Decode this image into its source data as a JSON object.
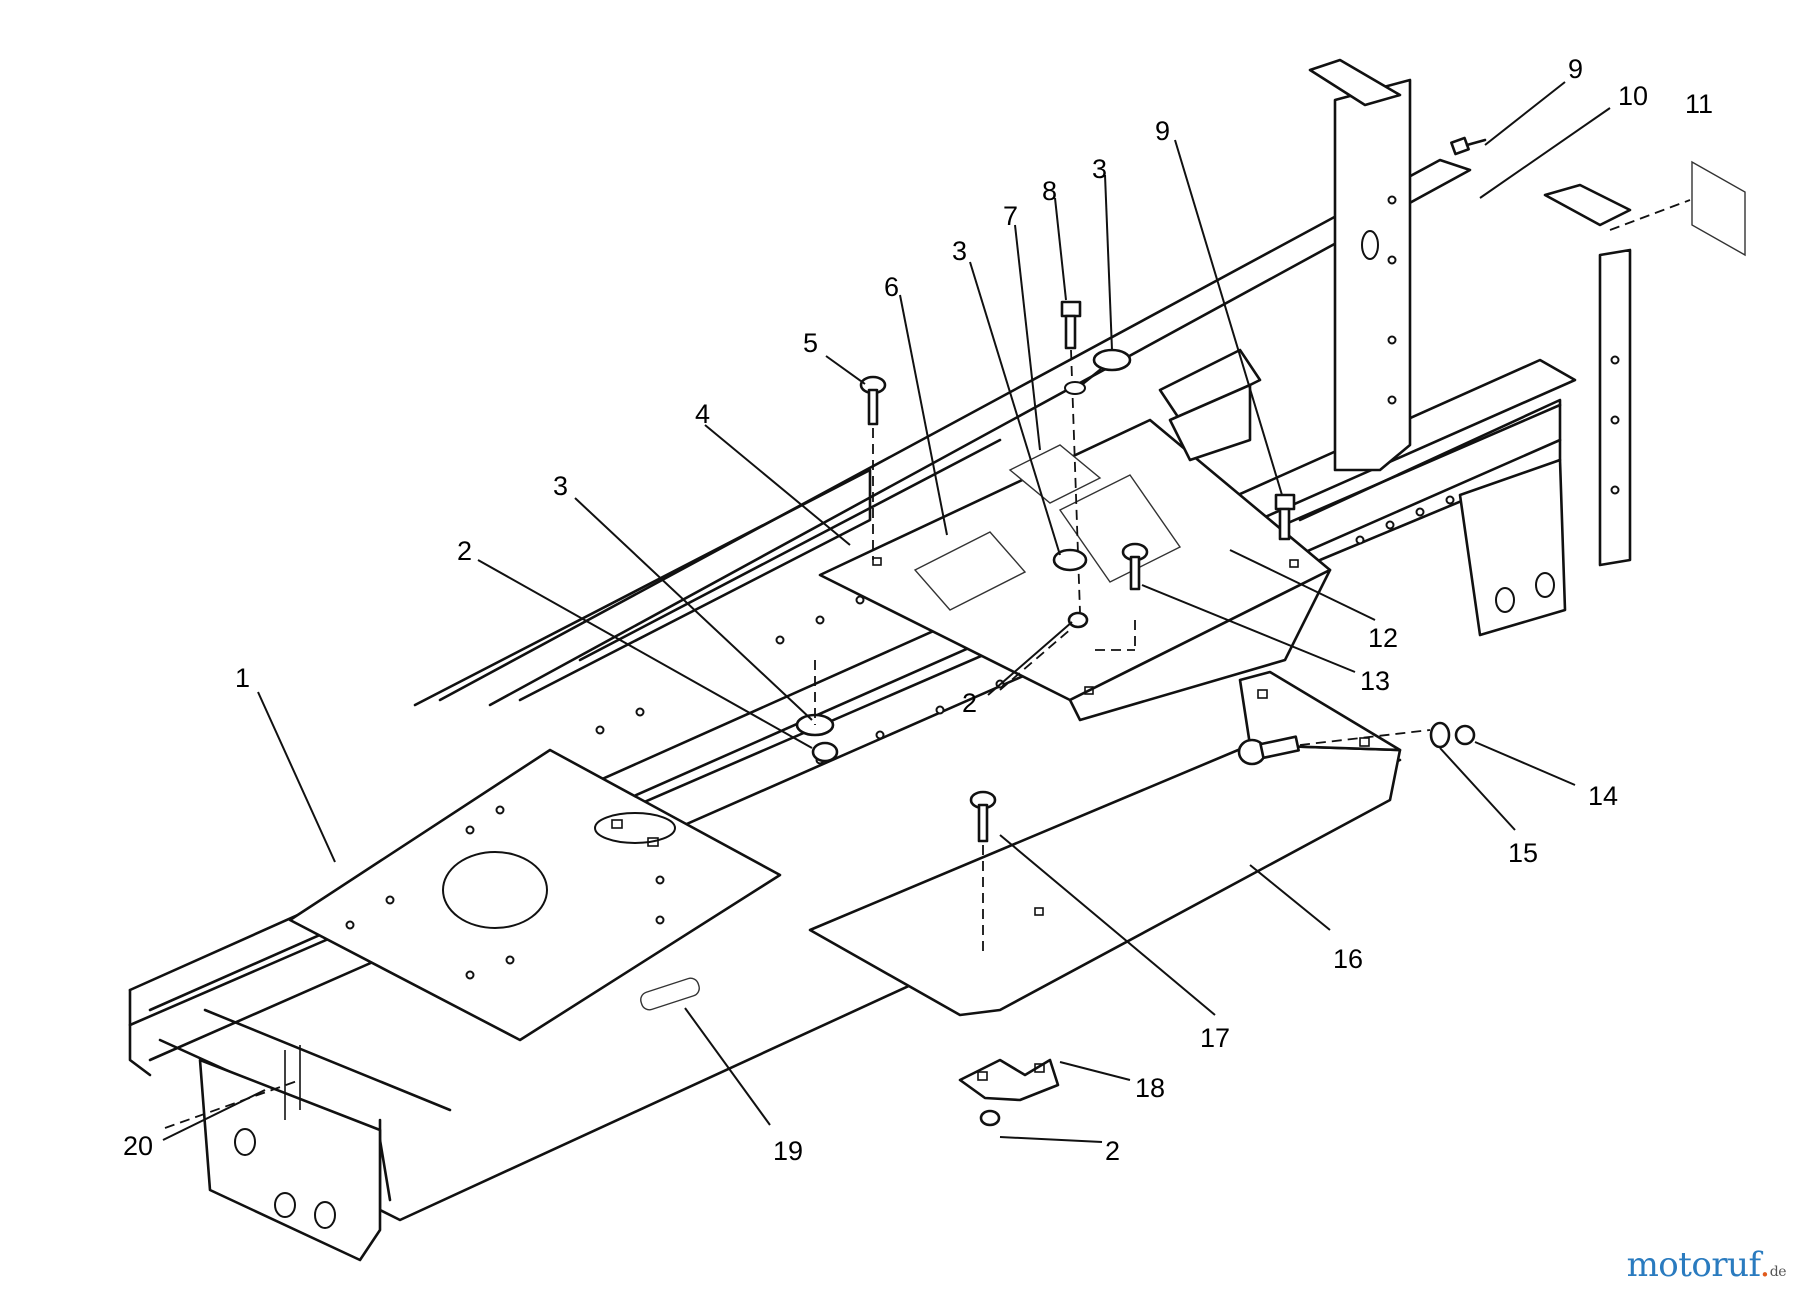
{
  "callouts": [
    {
      "id": "c1",
      "label": "1"
    },
    {
      "id": "c2a",
      "label": "2"
    },
    {
      "id": "c2b",
      "label": "2"
    },
    {
      "id": "c2c",
      "label": "2"
    },
    {
      "id": "c3a",
      "label": "3"
    },
    {
      "id": "c3b",
      "label": "3"
    },
    {
      "id": "c3c",
      "label": "3"
    },
    {
      "id": "c4",
      "label": "4"
    },
    {
      "id": "c5",
      "label": "5"
    },
    {
      "id": "c6",
      "label": "6"
    },
    {
      "id": "c7",
      "label": "7"
    },
    {
      "id": "c8",
      "label": "8"
    },
    {
      "id": "c9a",
      "label": "9"
    },
    {
      "id": "c9b",
      "label": "9"
    },
    {
      "id": "c10",
      "label": "10"
    },
    {
      "id": "c11",
      "label": "11"
    },
    {
      "id": "c12",
      "label": "12"
    },
    {
      "id": "c13",
      "label": "13"
    },
    {
      "id": "c14",
      "label": "14"
    },
    {
      "id": "c15",
      "label": "15"
    },
    {
      "id": "c16",
      "label": "16"
    },
    {
      "id": "c17",
      "label": "17"
    },
    {
      "id": "c18",
      "label": "18"
    },
    {
      "id": "c19",
      "label": "19"
    },
    {
      "id": "c20",
      "label": "20"
    }
  ],
  "watermark": {
    "brand": "motoruf",
    "dot": ".",
    "tld": "de"
  },
  "colors": {
    "line": "#111111",
    "background": "#ffffff",
    "brand_blue": "#2a7bbf",
    "brand_orange": "#e05a1c"
  }
}
